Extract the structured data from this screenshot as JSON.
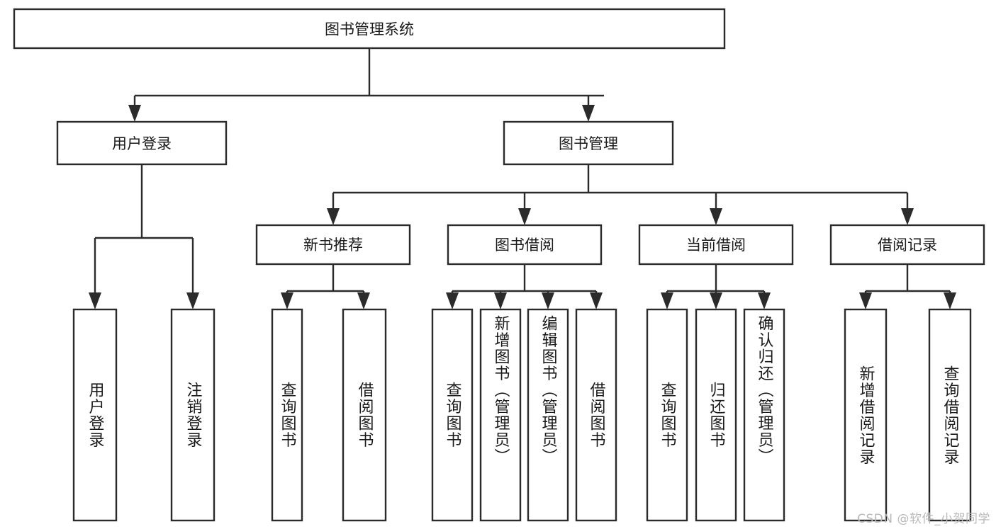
{
  "diagram": {
    "type": "tree",
    "title": "图书管理系统",
    "root": {
      "label": "图书管理系统"
    },
    "level2": [
      {
        "label": "用户登录"
      },
      {
        "label": "图书管理"
      }
    ],
    "level3": [
      {
        "label": "新书推荐"
      },
      {
        "label": "图书借阅"
      },
      {
        "label": "当前借阅"
      },
      {
        "label": "借阅记录"
      }
    ],
    "leaves": {
      "user_login": [
        {
          "label": "用户登录"
        },
        {
          "label": "注销登录"
        }
      ],
      "new_book_recommend": [
        {
          "label": "查询图书"
        },
        {
          "label": "借阅图书"
        }
      ],
      "book_borrow": [
        {
          "label": "查询图书"
        },
        {
          "label": "新增图书（管理员）"
        },
        {
          "label": "编辑图书（管理员）"
        },
        {
          "label": "借阅图书"
        }
      ],
      "current_borrow": [
        {
          "label": "查询图书"
        },
        {
          "label": "归还图书"
        },
        {
          "label": "确认归还（管理员）"
        }
      ],
      "borrow_record": [
        {
          "label": "新增借阅记录"
        },
        {
          "label": "查询借阅记录"
        }
      ]
    }
  },
  "watermark": {
    "text": "CSDN @软件_小贺同学"
  },
  "colors": {
    "stroke": "#2b2b2b",
    "box_fill": "#ffffff",
    "text": "#1a1a1a",
    "watermark": "#b9b9b9",
    "background": "#ffffff"
  }
}
